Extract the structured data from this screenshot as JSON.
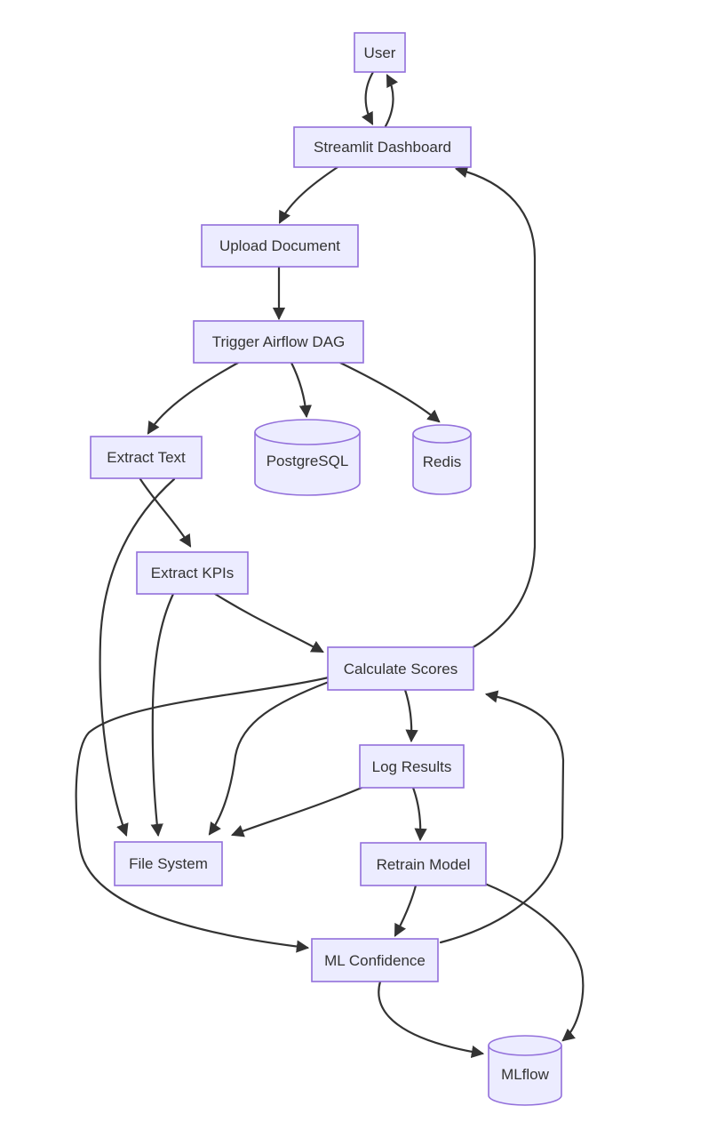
{
  "diagram": {
    "type": "flowchart",
    "direction": "top-down",
    "background_color": "#ffffff",
    "node_fill_color": "#ECECFF",
    "node_border_color": "#9370DB",
    "edge_color": "#333333",
    "text_color": "#333333",
    "nodes": {
      "user": {
        "label": "User",
        "shape": "rect"
      },
      "streamlit": {
        "label": "Streamlit Dashboard",
        "shape": "rect"
      },
      "upload": {
        "label": "Upload Document",
        "shape": "rect"
      },
      "trigger": {
        "label": "Trigger Airflow DAG",
        "shape": "rect"
      },
      "extract_text": {
        "label": "Extract Text",
        "shape": "rect"
      },
      "postgresql": {
        "label": "PostgreSQL",
        "shape": "cylinder"
      },
      "redis": {
        "label": "Redis",
        "shape": "cylinder"
      },
      "extract_kpis": {
        "label": "Extract KPIs",
        "shape": "rect"
      },
      "calculate_scores": {
        "label": "Calculate Scores",
        "shape": "rect"
      },
      "log_results": {
        "label": "Log Results",
        "shape": "rect"
      },
      "file_system": {
        "label": "File System",
        "shape": "rect"
      },
      "retrain_model": {
        "label": "Retrain Model",
        "shape": "rect"
      },
      "ml_confidence": {
        "label": "ML Confidence",
        "shape": "rect"
      },
      "mlflow": {
        "label": "MLflow",
        "shape": "cylinder"
      }
    },
    "edges": [
      {
        "from": "user",
        "to": "streamlit"
      },
      {
        "from": "streamlit",
        "to": "user"
      },
      {
        "from": "streamlit",
        "to": "upload"
      },
      {
        "from": "upload",
        "to": "trigger"
      },
      {
        "from": "trigger",
        "to": "extract_text"
      },
      {
        "from": "trigger",
        "to": "postgresql"
      },
      {
        "from": "trigger",
        "to": "redis"
      },
      {
        "from": "extract_text",
        "to": "extract_kpis"
      },
      {
        "from": "extract_text",
        "to": "file_system"
      },
      {
        "from": "extract_kpis",
        "to": "calculate_scores"
      },
      {
        "from": "extract_kpis",
        "to": "file_system"
      },
      {
        "from": "calculate_scores",
        "to": "streamlit"
      },
      {
        "from": "calculate_scores",
        "to": "log_results"
      },
      {
        "from": "calculate_scores",
        "to": "file_system"
      },
      {
        "from": "calculate_scores",
        "to": "ml_confidence"
      },
      {
        "from": "log_results",
        "to": "file_system"
      },
      {
        "from": "log_results",
        "to": "retrain_model"
      },
      {
        "from": "retrain_model",
        "to": "ml_confidence"
      },
      {
        "from": "retrain_model",
        "to": "mlflow"
      },
      {
        "from": "ml_confidence",
        "to": "mlflow"
      },
      {
        "from": "ml_confidence",
        "to": "calculate_scores"
      }
    ]
  }
}
